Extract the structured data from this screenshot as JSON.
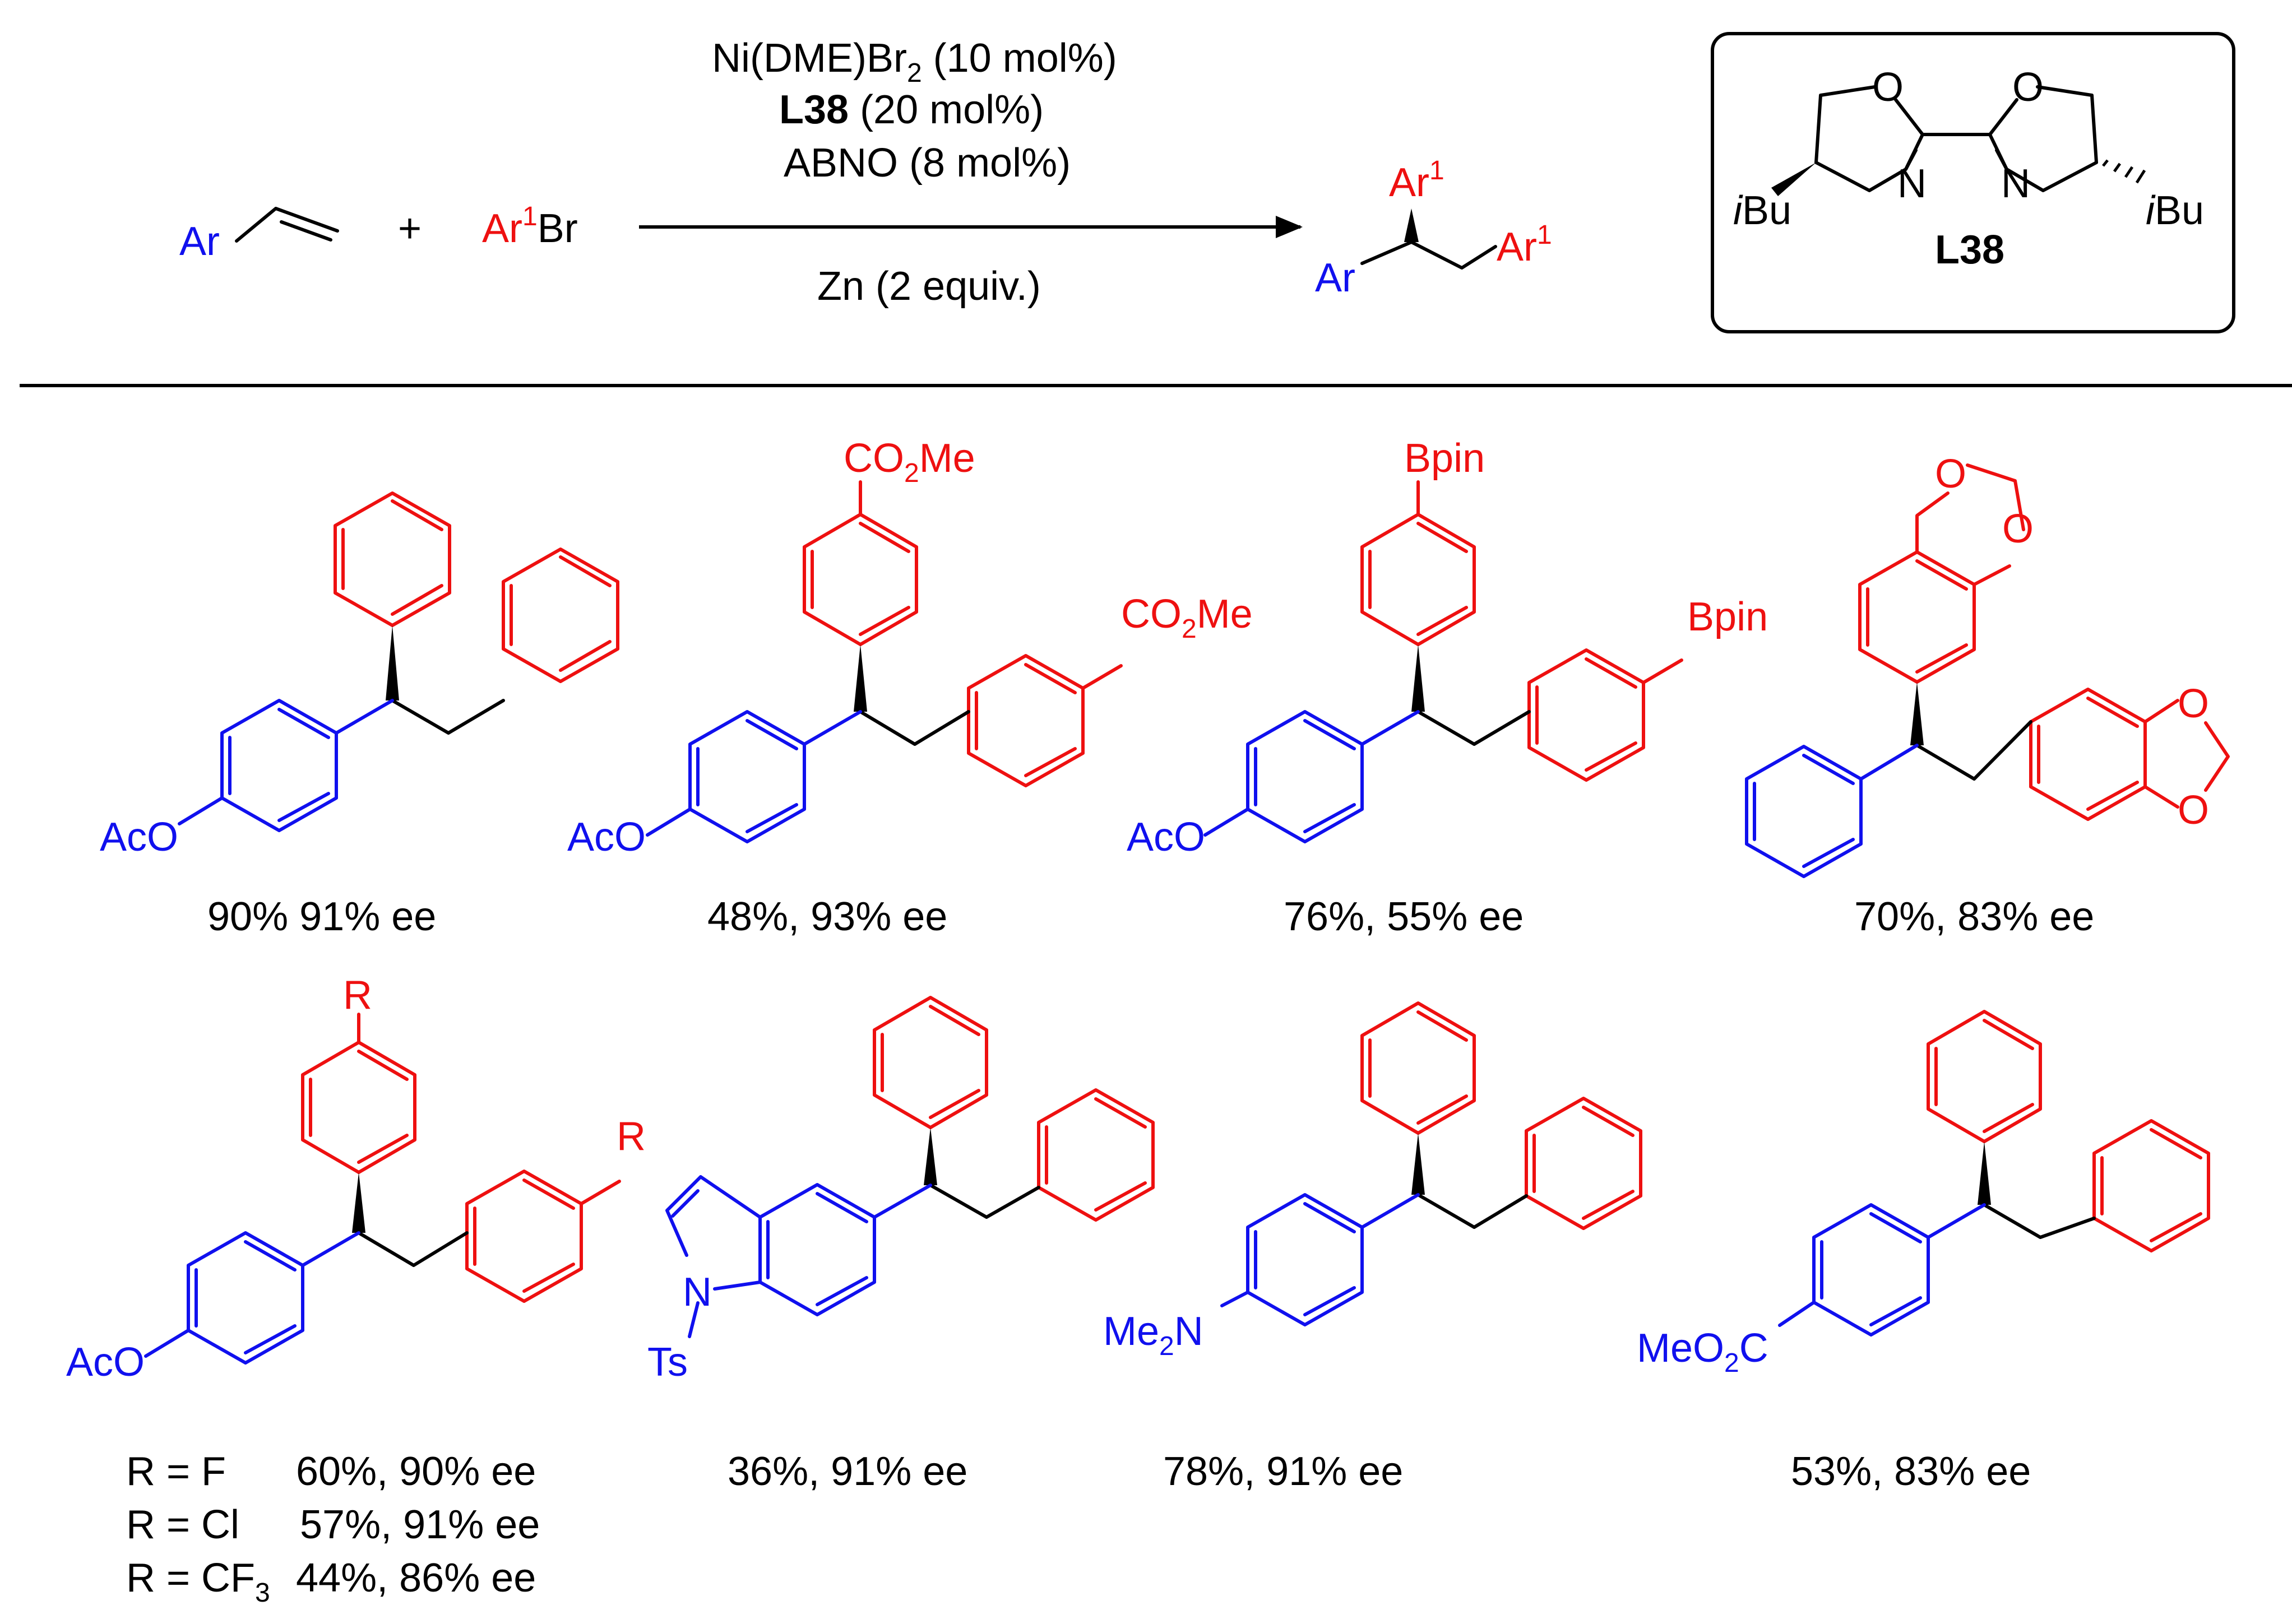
{
  "colors": {
    "substrate": "#1010ee",
    "aryl": "#ee1010",
    "text": "#000000"
  },
  "reaction": {
    "styrene": "Ar",
    "plus": "+",
    "aryl_bromide": "Ar",
    "aryl_bromide_sup": "1",
    "aryl_bromide_tail": "Br",
    "catalyst": "Ni(DME)Br",
    "catalyst_sub": "2",
    "catalyst_tail": " (10 mol%)",
    "ligand_bold": "L38",
    "ligand_loading": " (20 mol%)",
    "additive": "ABNO (8 mol%)",
    "reductant": "Zn (2 equiv.)",
    "product_ar": "Ar",
    "product_ar1_top": "Ar",
    "product_ar1_top_sup": "1",
    "product_ar1_side": "Ar",
    "product_ar1_side_sup": "1"
  },
  "ligand": {
    "label": "L38",
    "o_left": "O",
    "o_right": "O",
    "n_left": "N",
    "n_right": "N",
    "ibu_left_i": "i",
    "ibu_left": "Bu",
    "ibu_right_i": "i",
    "ibu_right": "Bu"
  },
  "products": [
    {
      "yield": "90% 91% ee",
      "substituents": [
        "AcO"
      ]
    },
    {
      "yield": "48%, 93% ee",
      "substituents": [
        "AcO",
        "CO",
        "2",
        "Me",
        "CO",
        "2",
        "Me"
      ]
    },
    {
      "yield": "76%, 55% ee",
      "substituents": [
        "AcO",
        "Bpin",
        "Bpin"
      ]
    },
    {
      "yield": "70%, 83% ee",
      "substituents": [
        "O",
        "O",
        "O",
        "O"
      ]
    },
    {
      "yield_lines": [
        {
          "label": "R = F",
          "value": "60%, 90% ee"
        },
        {
          "label": "R = Cl",
          "value": "57%, 91% ee"
        },
        {
          "label": "R = CF",
          "label_sub": "3",
          "value": "44%, 86% ee"
        }
      ],
      "substituents": [
        "AcO",
        "R",
        "R"
      ]
    },
    {
      "yield": "36%, 91% ee",
      "substituents": [
        "N",
        "Ts"
      ]
    },
    {
      "yield": "78%, 91% ee",
      "substituents": [
        "Me",
        "2",
        "N"
      ]
    },
    {
      "yield": "53%, 83% ee",
      "substituents": [
        "MeO",
        "2",
        "C"
      ]
    }
  ]
}
